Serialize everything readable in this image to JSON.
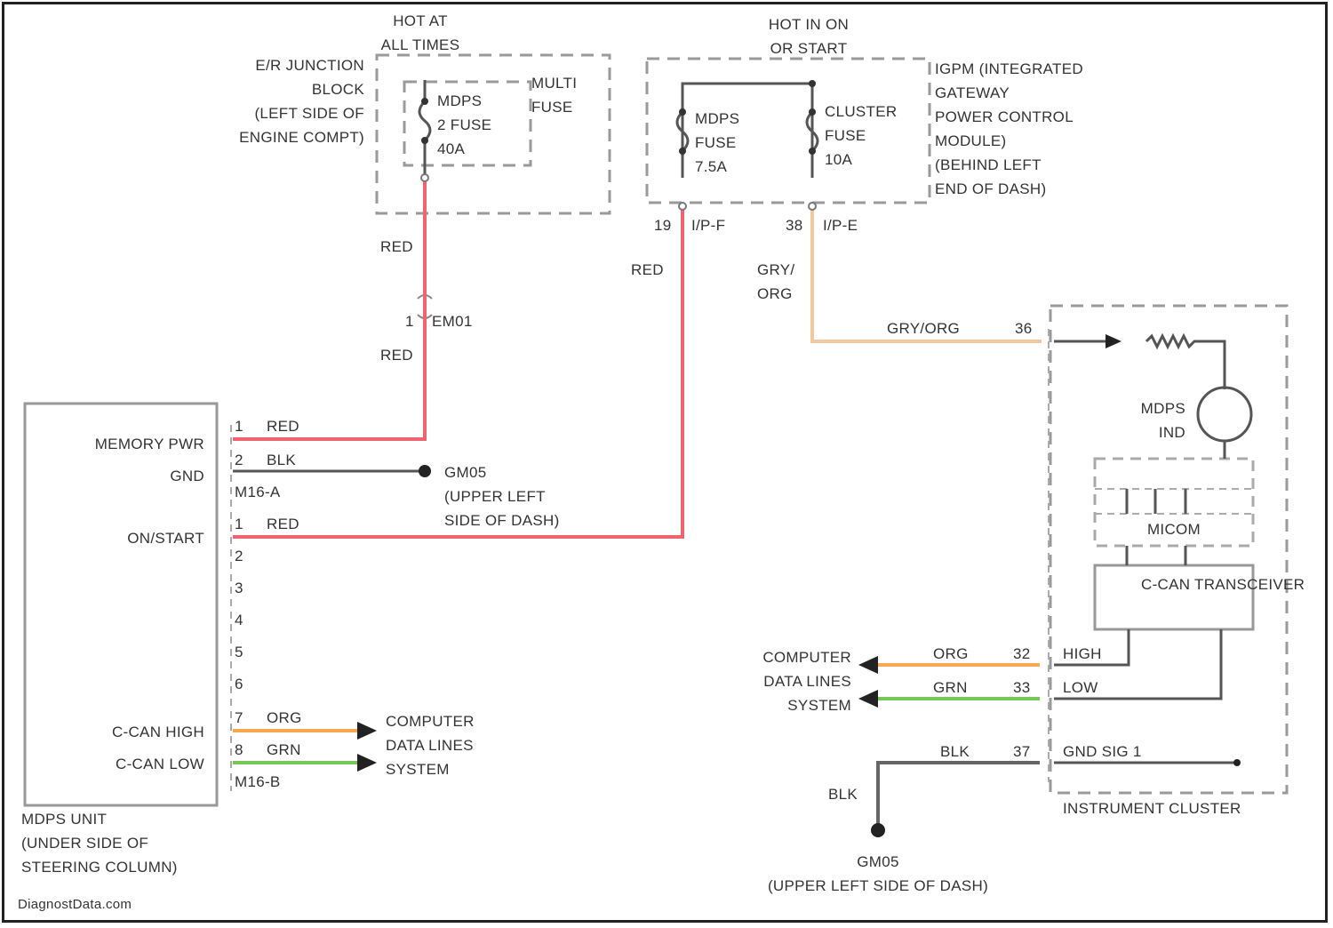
{
  "colors": {
    "red_wire": "#f06470",
    "orange_wire": "#f8a850",
    "green_wire": "#78c65a",
    "gry_org_wire": "#f2c8a0",
    "black_wire": "#555555",
    "box_dash": "#9a9a9a"
  },
  "power": {
    "hot_at_all_times": "HOT AT\nALL TIMES",
    "hot_in_on_or_start": "HOT IN ON\nOR START"
  },
  "ejb": {
    "label": "E/R JUNCTION\nBLOCK\n(LEFT SIDE OF\nENGINE COMPT)",
    "fuse_label": "MDPS\n2 FUSE\n40A",
    "multi_fuse": "MULTI\nFUSE"
  },
  "igpm": {
    "label": "IGPM (INTEGRATED\nGATEWAY\nPOWER CONTROL\nMODULE)\n(BEHIND LEFT\nEND OF DASH)",
    "mdps_fuse": "MDPS\nFUSE\n7.5A",
    "cluster_fuse": "CLUSTER\nFUSE\n10A",
    "pin_19": "19",
    "conn_ipf": "I/P-F",
    "pin_38": "38",
    "conn_ipe": "I/P-E"
  },
  "wires": {
    "red_1": "RED",
    "red_2": "RED",
    "red_3": "RED",
    "emd_pin": "1",
    "emd_conn": "EM01",
    "gry_org": "GRY/\nORG",
    "gry_org_2": "GRY/ORG",
    "blk_ground": "BLK"
  },
  "mdps_unit": {
    "label": "MDPS UNIT\n(UNDER SIDE OF\nSTEERING COLUMN)",
    "memory_pwr": "MEMORY PWR",
    "gnd": "GND",
    "on_start": "ON/START",
    "c_can_high": "C-CAN HIGH",
    "c_can_low": "C-CAN LOW",
    "conn_a": "M16-A",
    "conn_b": "M16-B",
    "pins": [
      {
        "num": "1",
        "color": "RED"
      },
      {
        "num": "2",
        "color": "BLK"
      },
      {
        "num": "1",
        "color": "RED"
      },
      {
        "num": "2",
        "color": ""
      },
      {
        "num": "3",
        "color": ""
      },
      {
        "num": "4",
        "color": ""
      },
      {
        "num": "5",
        "color": ""
      },
      {
        "num": "6",
        "color": ""
      },
      {
        "num": "7",
        "color": "ORG"
      },
      {
        "num": "8",
        "color": "GRN"
      }
    ],
    "ground": "GM05\n(UPPER LEFT\nSIDE OF DASH)",
    "data_lines": "COMPUTER\nDATA LINES\nSYSTEM"
  },
  "cluster": {
    "label": "INSTRUMENT CLUSTER",
    "mdps_ind": "MDPS\nIND",
    "micom": "MICOM",
    "transceiver": "C-CAN TRANSCEIVER",
    "pin_36": "36",
    "high": "HIGH",
    "low": "LOW",
    "gnd_sig": "GND SIG 1",
    "pin_32": "32",
    "pin_33": "33",
    "pin_37": "37",
    "org": "ORG",
    "grn": "GRN",
    "blk": "BLK",
    "data_lines": "COMPUTER\nDATA LINES\nSYSTEM",
    "ground": "GM05\n(UPPER LEFT SIDE OF DASH)"
  },
  "watermark": "DiagnostData.com"
}
